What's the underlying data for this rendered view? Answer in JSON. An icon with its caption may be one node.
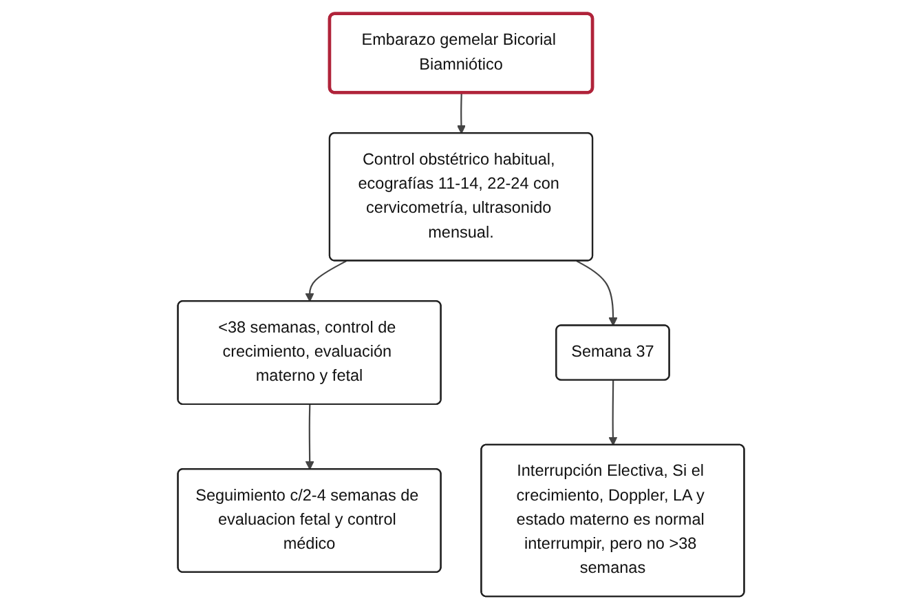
{
  "diagram": {
    "nodes": [
      {
        "text": [
          "Embarazo gemelar Bicorial Biamniótico"
        ]
      },
      {
        "text": [
          "Control obstétrico habitual, ecografías 11-14, 22-24 con cervicometría, ultrasonido mensual."
        ]
      },
      {
        "text": [
          "<38 semanas, control de crecimiento, evaluación materno y fetal"
        ]
      },
      {
        "text": [
          "Semana 37"
        ]
      },
      {
        "text": [
          "Seguimiento c/2-4 semanas de evaluacion fetal y control médico"
        ]
      },
      {
        "text": [
          "Interrupción Electiva, Si el crecimiento, Doppler, LA y estado materno es normal interrumpir, pero no >38 semanas"
        ]
      }
    ],
    "edges": [
      {
        "from": 0,
        "to": 1,
        "arrow": "to"
      },
      {
        "from": 1,
        "to": 2,
        "arrow": "to"
      },
      {
        "from": 1,
        "to": 3,
        "arrow": "to"
      },
      {
        "from": 2,
        "to": 4,
        "arrow": "to"
      },
      {
        "from": 3,
        "to": 5,
        "arrow": "to"
      }
    ]
  }
}
